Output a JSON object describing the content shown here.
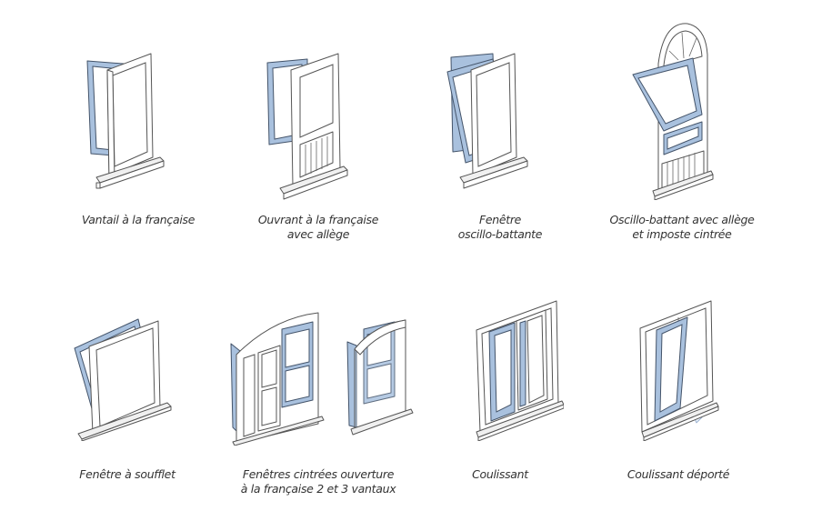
{
  "figure": {
    "items": [
      {
        "id": "vantail-francaise",
        "caption_lines": [
          "Vantail à la française"
        ]
      },
      {
        "id": "ouvrant-francaise-allege",
        "caption_lines": [
          "Ouvrant à la française",
          "avec allège"
        ]
      },
      {
        "id": "fenetre-oscillo-battante",
        "caption_lines": [
          "Fenêtre",
          "oscillo-battante"
        ]
      },
      {
        "id": "oscillo-battant-allege-imposte",
        "caption_lines": [
          "Oscillo-battant avec allège",
          "et imposte cintrée"
        ]
      },
      {
        "id": "fenetre-soufflet",
        "caption_lines": [
          "Fenêtre à soufflet"
        ]
      },
      {
        "id": "fenetres-cintrees",
        "caption_lines": [
          "Fenêtres cintrées ouverture",
          "à la française 2 et 3 vantaux"
        ]
      },
      {
        "id": "coulissant",
        "caption_lines": [
          "Coulissant"
        ]
      },
      {
        "id": "coulissant-deporte",
        "caption_lines": [
          "Coulissant déporté"
        ]
      }
    ],
    "colors": {
      "glass_frame": "#a9c1de",
      "frame_outline": "#555555",
      "caption_text": "#333333",
      "background": "#ffffff"
    }
  }
}
